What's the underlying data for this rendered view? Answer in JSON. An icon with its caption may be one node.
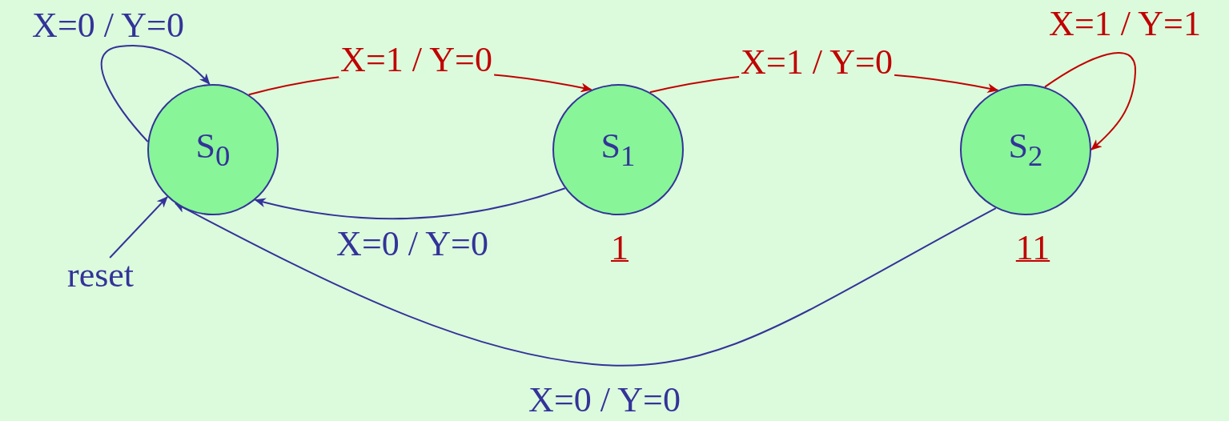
{
  "diagram": {
    "nodes": [
      {
        "text": [
          "S$_{0}$"
        ]
      },
      {
        "text": [
          "S$_{1}$"
        ],
        "beside": [
          "1"
        ]
      },
      {
        "text": [
          "S$_{2}$"
        ],
        "beside": [
          "11"
        ]
      },
      {
        "text": [
          "reset"
        ]
      }
    ],
    "edges": [
      {
        "from": 0,
        "to": 0,
        "arrow": "to",
        "label": "X=0 / Y=0"
      },
      {
        "from": 0,
        "to": 1,
        "arrow": "to",
        "label": "X=1 / Y=0",
        "color": "#c00000"
      },
      {
        "from": 1,
        "to": 2,
        "arrow": "to",
        "label": "X=1 / Y=0",
        "color": "#c00000"
      },
      {
        "from": 2,
        "to": 2,
        "arrow": "to",
        "label": "X=1 / Y=1",
        "color": "#c00000"
      },
      {
        "from": 1,
        "to": 0,
        "arrow": "to",
        "label": "X=0 / Y=0"
      },
      {
        "from": 2,
        "to": 0,
        "arrow": "to",
        "label": "X=0 / Y=0"
      },
      {
        "from": 3,
        "to": 0,
        "arrow": "to"
      }
    ]
  }
}
